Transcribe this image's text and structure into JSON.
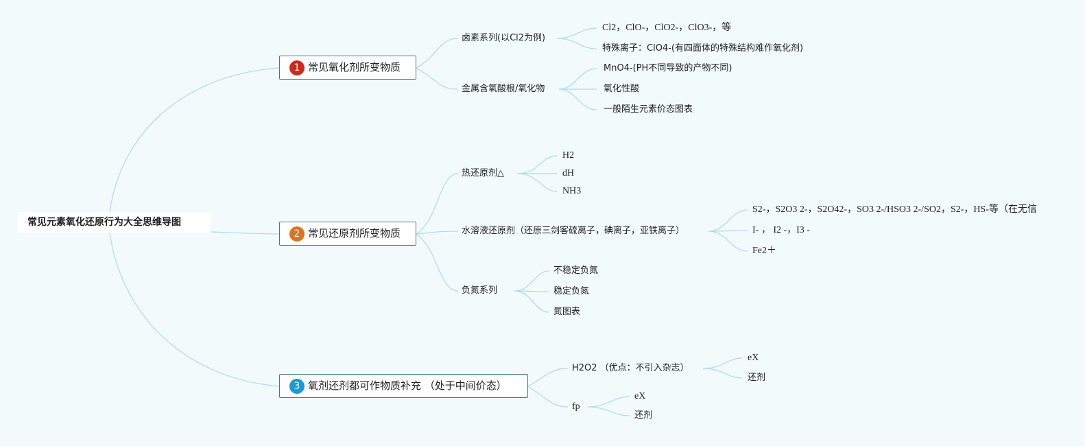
{
  "colors": {
    "background": "#f2fafb",
    "link": "#a9dcef",
    "border": "#4b7b6e",
    "badge1": "#d4271b",
    "badge2": "#e2711d",
    "badge3": "#1c9ad6"
  },
  "root": {
    "label": "常见元素氧化还原行为大全思维导图"
  },
  "branch1": {
    "number": "1",
    "label": "常见氧化剂所变物质",
    "sub1": {
      "label": "卤素系列(以Cl2为例)",
      "leaves": [
        "Cl2，ClO-，ClO2-，ClO3-，等",
        "特殊离子：ClO4-(有四面体的特殊结构难作氧化剂)"
      ]
    },
    "sub2": {
      "label": "金属含氧酸根/氧化物",
      "leaves": [
        "MnO4-(PH不同导致的产物不同)",
        "氧化性酸",
        "一般陌生元素价态图表"
      ]
    }
  },
  "branch2": {
    "number": "2",
    "label": "常见还原剂所变物质",
    "sub1": {
      "label": "热还原剂△",
      "leaves": [
        "H2",
        "dH",
        "NH3"
      ]
    },
    "sub2": {
      "label": "水溶液还原剂（还原三剑客硫离子，碘离子，亚铁离子）",
      "leaves": [
        "S2-，S2O3 2-，S2O42-，SO3 2-/HSO3 2-/SO2，S2-，HS-等（在无信",
        "I- ，  I2 -，I3 -",
        "Fe2＋"
      ]
    },
    "sub3": {
      "label": "负氮系列",
      "leaves": [
        "不稳定负氮",
        "稳定负氮",
        "氮图表"
      ]
    }
  },
  "branch3": {
    "number": "3",
    "label": "氧剂还剂都可作物质补充 （处于中间价态）",
    "sub1": {
      "label": "H2O2 （优点：不引入杂志）",
      "leaves": [
        "eX",
        "还剂"
      ]
    },
    "sub2": {
      "label": "fp",
      "leaves": [
        "eX",
        "还剂"
      ]
    }
  }
}
